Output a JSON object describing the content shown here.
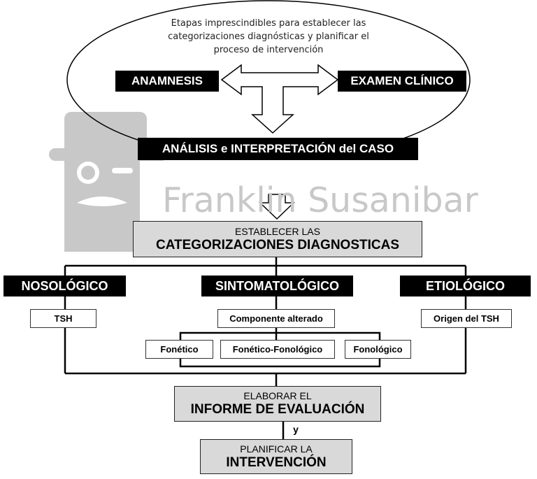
{
  "header": {
    "intro_line1": "Etapas imprescindibles para establecer las",
    "intro_line2": "categorizaciones diagnósticas y planificar el",
    "intro_line3": "proceso de  intervención"
  },
  "stages": {
    "anamnesis": "ANAMNESIS",
    "examen_clinico": "EXAMEN CLÍNICO",
    "analisis": "ANÁLISIS e INTERPRETACIÓN del CASO"
  },
  "watermark": {
    "text": "Franklin Susanibar"
  },
  "categorizaciones": {
    "line1": "ESTABLECER LAS",
    "line2": "CATEGORIZACIONES DIAGNOSTICAS"
  },
  "categories": {
    "nosologico": "NOSOLÓGICO",
    "sintomatologico": "SINTOMATOLÓGICO",
    "etiologico": "ETIOLÓGICO"
  },
  "sub": {
    "tsh": "TSH",
    "componente": "Componente alterado",
    "origen": "Origen del TSH",
    "fonetico": "Fonético",
    "fonetico_fonologico": "Fonético-Fonológico",
    "fonologico": "Fonológico"
  },
  "informe": {
    "line1": "ELABORAR EL",
    "line2": "INFORME DE EVALUACIÓN"
  },
  "connector": "y",
  "intervencion": {
    "line1": "PLANIFICAR LA",
    "line2": "INTERVENCIÓN"
  },
  "colors": {
    "block": "#000000",
    "gray_box": "#d9d9d9",
    "watermark": "#c8c8c8"
  }
}
